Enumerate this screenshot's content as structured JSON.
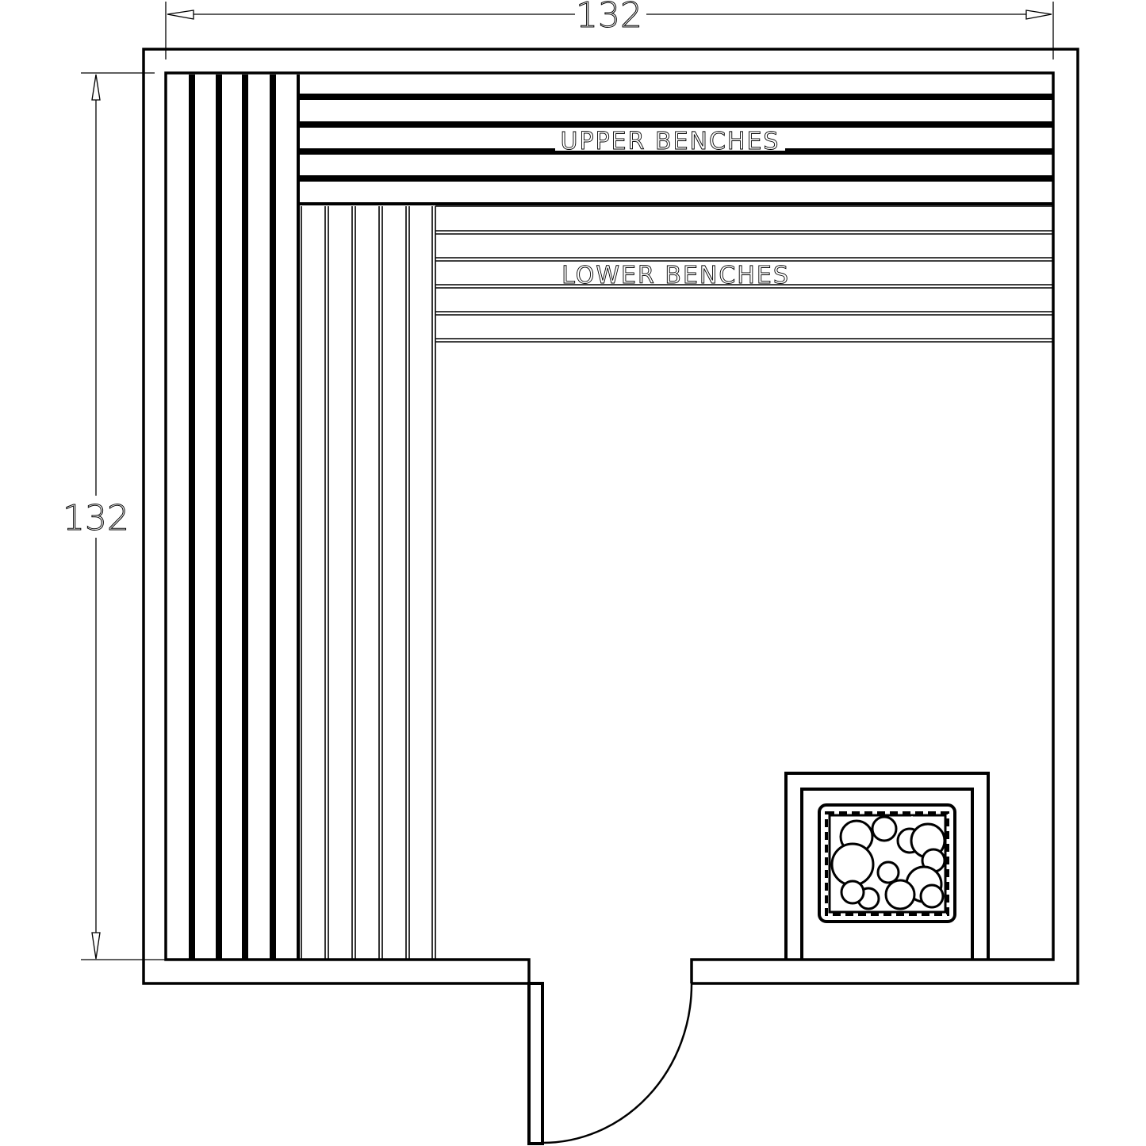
{
  "title": "Sauna floor plan",
  "dimensions": {
    "width_label": "132",
    "height_label": "132"
  },
  "labels": {
    "upper_benches": "UPPER BENCHES",
    "lower_benches": "LOWER BENCHES"
  },
  "elements": {
    "heater": "sauna-heater-with-stones",
    "door": "swing-door"
  },
  "colors": {
    "line": "#000000",
    "background": "#ffffff"
  }
}
